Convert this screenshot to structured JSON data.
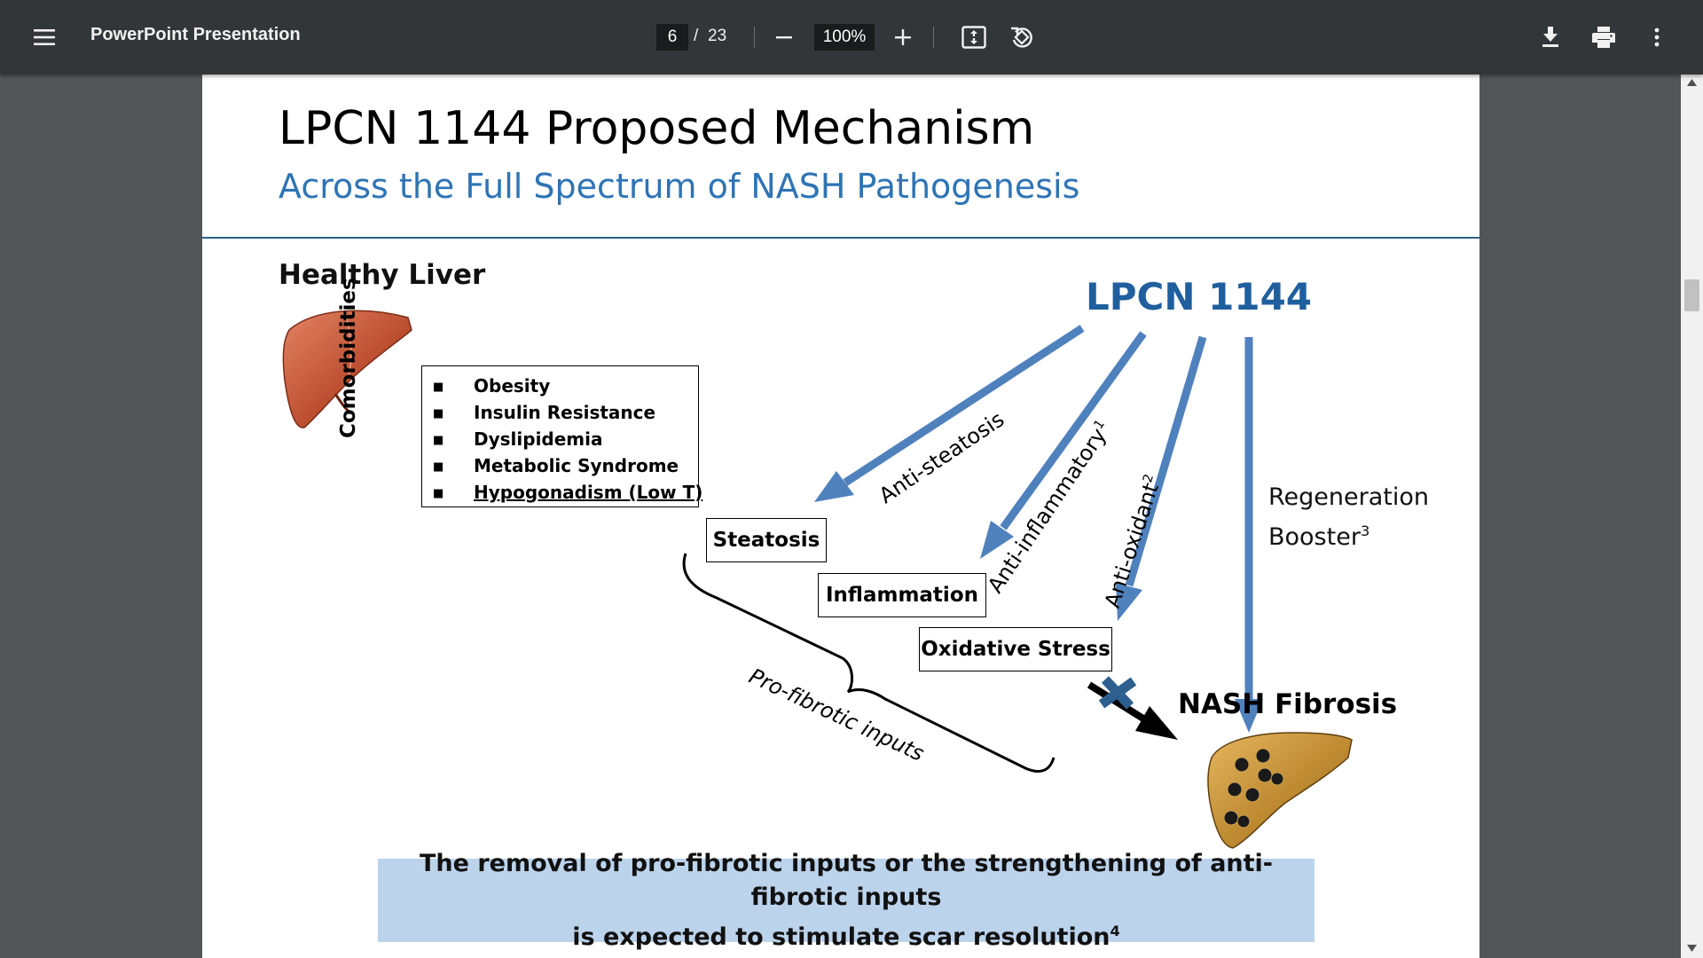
{
  "toolbar": {
    "title": "PowerPoint Presentation",
    "page_current": "6",
    "page_separator": "/",
    "page_total": "23",
    "zoom": "100%",
    "icons": [
      "menu-icon",
      "zoom-out-icon",
      "zoom-in-icon",
      "fit-page-icon",
      "rotate-icon",
      "download-icon",
      "print-icon",
      "more-vert-icon"
    ]
  },
  "slide": {
    "title": "LPCN 1144 Proposed Mechanism",
    "subtitle": "Across the Full Spectrum of NASH Pathogenesis",
    "healthy_liver": "Healthy Liver",
    "drug": "LPCN 1144",
    "comorbidities_label": "Comorbidities",
    "comorbidities": [
      "Obesity",
      "Insulin Resistance",
      "Dyslipidemia",
      "Metabolic Syndrome",
      "Hypogonadism (Low T)"
    ],
    "stages": [
      "Steatosis",
      "Inflammation",
      "Oxidative Stress"
    ],
    "arrow_labels": {
      "anti_steatosis": "Anti-steatosis",
      "anti_inflammatory": "Anti-inflammatory",
      "anti_inflammatory_ref": "1",
      "anti_oxidant": "Anti-oxidant",
      "anti_oxidant_ref": "2",
      "regeneration_line1": "Regeneration",
      "regeneration_line2": "Booster",
      "regeneration_ref": "3"
    },
    "pro_fibrotic": "Pro-fibrotic inputs",
    "nash_fibrosis": "NASH Fibrosis",
    "conclusion_line1": "The removal of pro-fibrotic inputs or the strengthening of anti-fibrotic inputs",
    "conclusion_line2": "is expected to stimulate scar resolution",
    "conclusion_ref": "4",
    "colors": {
      "accent_blue": "#4f81bd",
      "title_blue": "#1f5f9e",
      "subtitle_blue": "#2e74b5",
      "box_fill": "#bcd3ec"
    }
  }
}
